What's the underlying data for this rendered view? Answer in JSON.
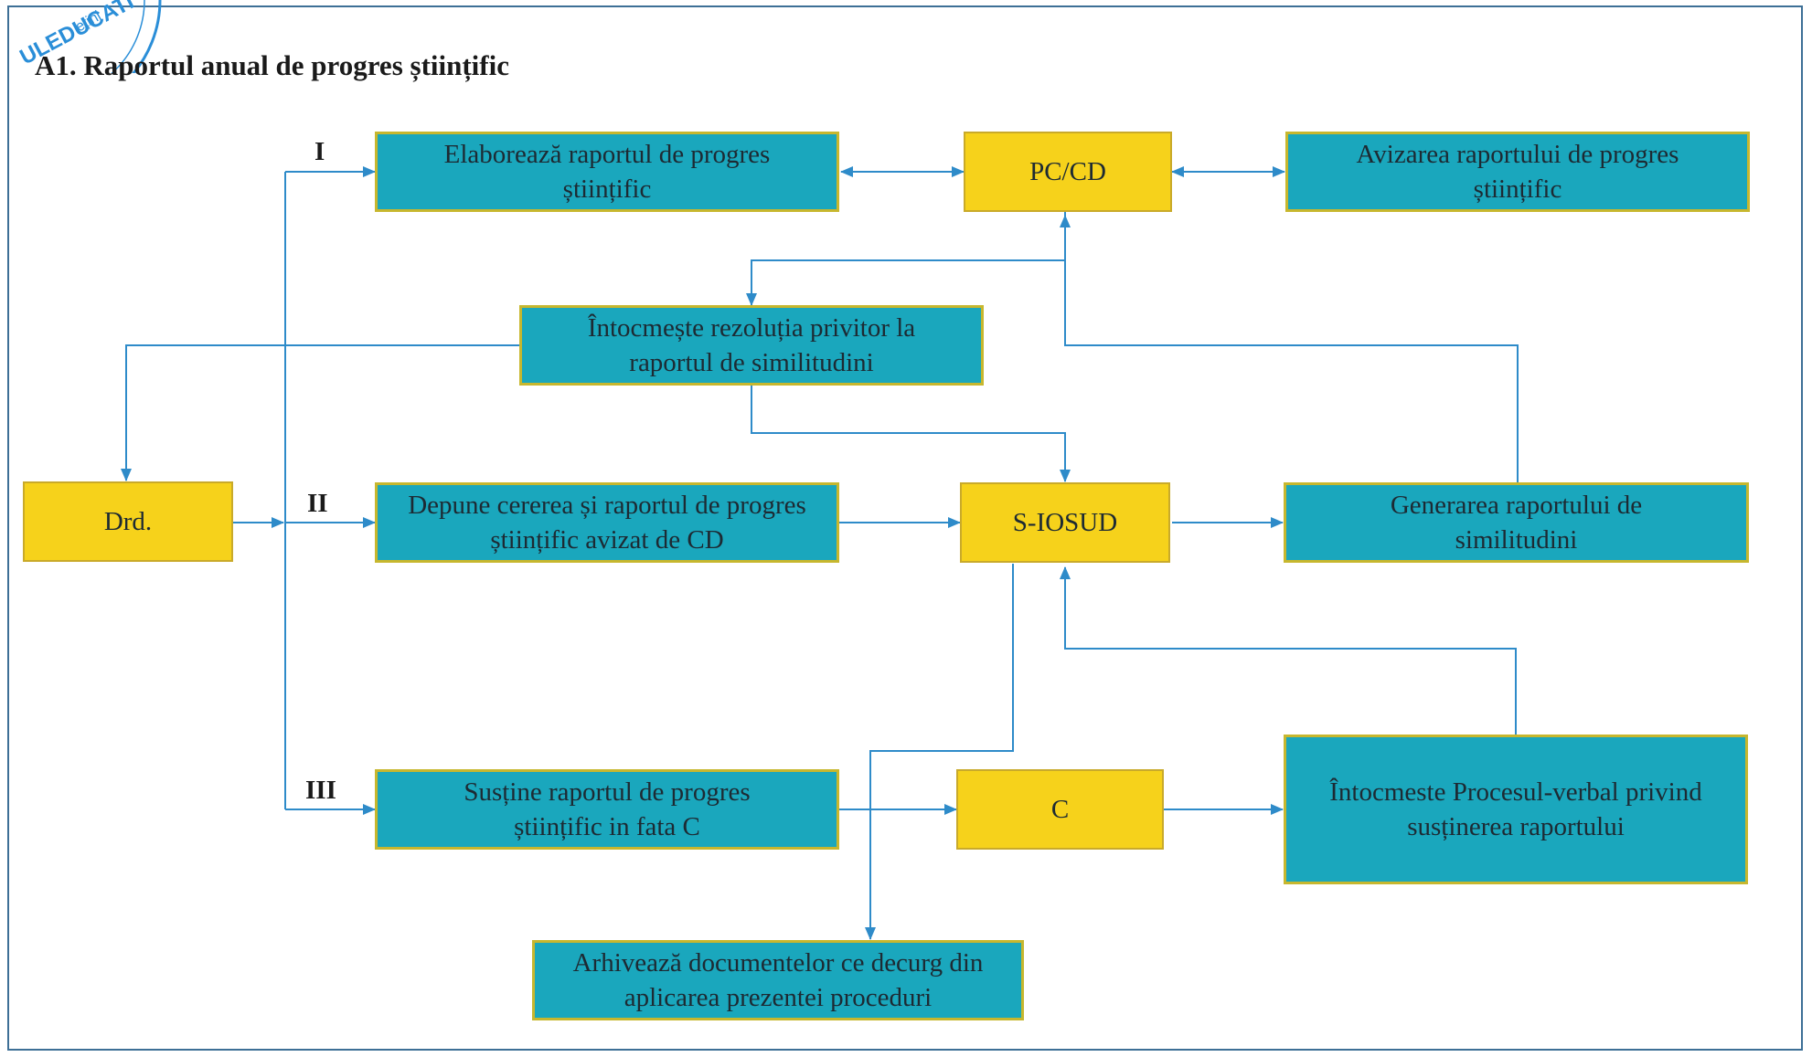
{
  "title": "A1. Raportul anual de progres științific",
  "stamp": {
    "text": "ULEDUCATI",
    "small": "ețini"
  },
  "labels": {
    "i": "I",
    "ii": "II",
    "iii": "III"
  },
  "nodes": {
    "elaboreaza": "Elaborează raportul de progres științific",
    "pc_cd": "PC/CD",
    "avizarea": "Avizarea raportului de progres științific",
    "intocmeste_rezolutia": "Întocmește rezoluția privitor la raportul de similitudini",
    "drd": "Drd.",
    "depune": "Depune cererea și raportul de progres științific avizat de CD",
    "s_iosud": "S-IOSUD",
    "generarea": "Generarea raportului de similitudini",
    "sustine": "Susține raportul de progres științific in fata C",
    "c": "C",
    "proces_verbal": "Întocmeste Procesul-verbal privind susținerea raportului",
    "arhiveaza": "Arhivează documentelor ce decurg din aplicarea prezentei proceduri"
  },
  "colors": {
    "box_blue": "#1aa7bd",
    "box_yellow": "#f6d21b",
    "connector": "#2e8bc9",
    "stamp": "#2a8ed8"
  }
}
